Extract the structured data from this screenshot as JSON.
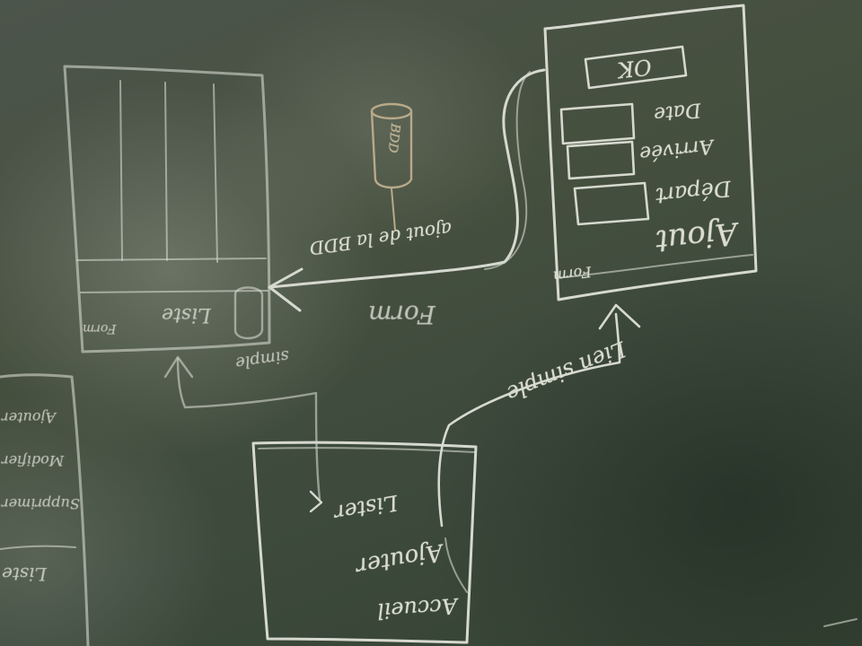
{
  "board": {
    "colors": {
      "chalk": "#d6d9cf",
      "board": "#46503f",
      "tan_chalk": "#b8a98a"
    },
    "right_form": {
      "title": "Ajout",
      "subtitle": "Form",
      "fields": [
        "Départ",
        "Arrivée",
        "Date"
      ],
      "ok_button": "OK"
    },
    "left_list": {
      "title": "Liste",
      "subtitle": "Form"
    },
    "bottom_form": {
      "title": "Accueil",
      "items": [
        "Ajouter",
        "Lister"
      ]
    },
    "database": {
      "label": "BDD"
    },
    "arrow_label_ajout": "ajout de la BDD",
    "arrow_label_lien": "Lien simple",
    "arrow_label_simple": "simple",
    "center_label": "Form",
    "far_left_labels": [
      "Ajouter",
      "Modifier",
      "Supprimer",
      "Liste"
    ]
  }
}
